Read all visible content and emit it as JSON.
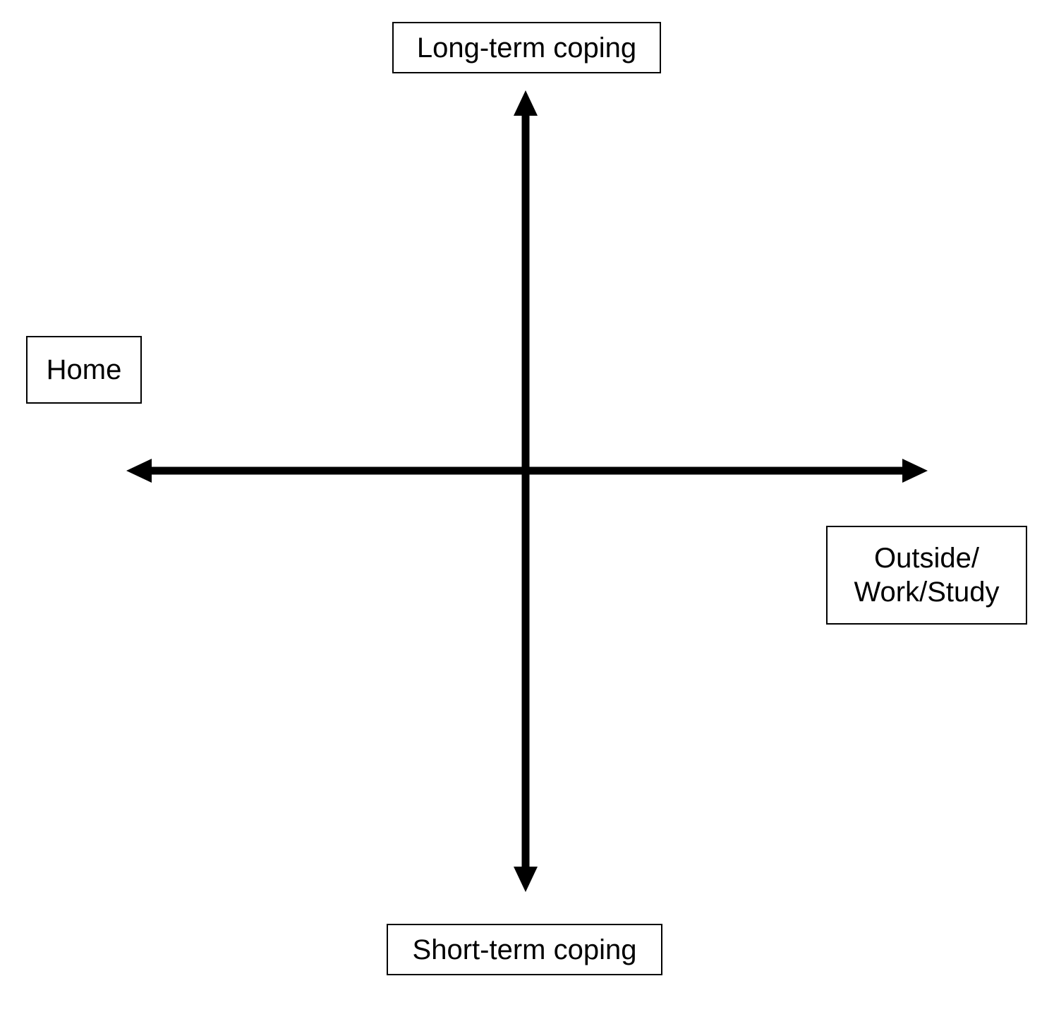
{
  "diagram": {
    "labels": {
      "top": "Long-term coping",
      "bottom": "Short-term coping",
      "left": "Home",
      "right_line1": "Outside/",
      "right_line2": "Work/Study"
    },
    "colors": {
      "stroke": "#000000",
      "background": "#ffffff"
    }
  }
}
